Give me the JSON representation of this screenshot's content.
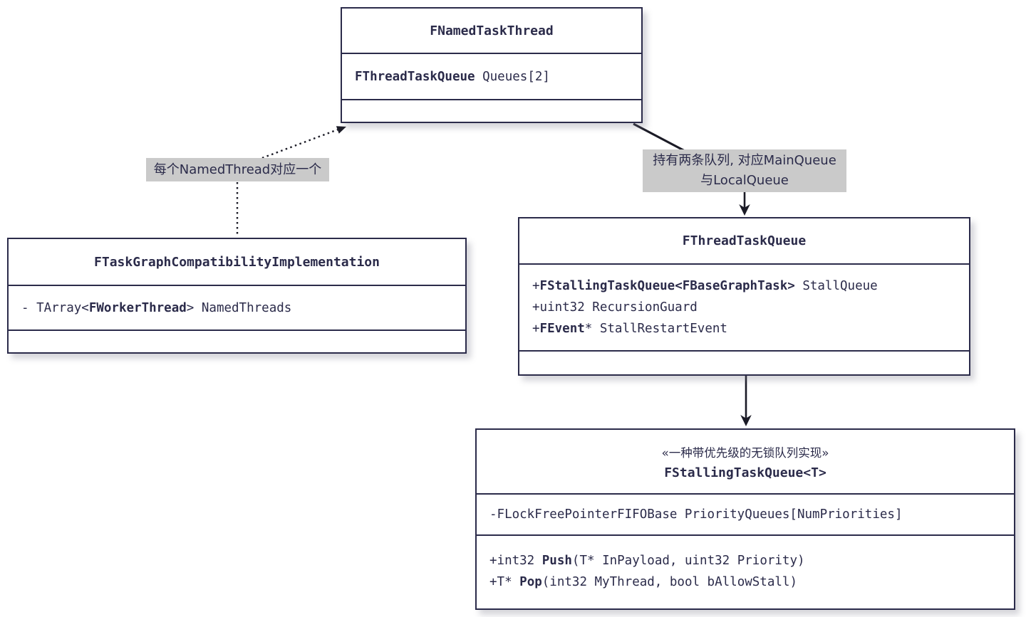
{
  "diagram": {
    "kind": "uml-class-diagram"
  },
  "classes": {
    "named_task_thread": {
      "title": "FNamedTaskThread",
      "attr1_bold": "FThreadTaskQueue",
      "attr1_rest": " Queues[2]"
    },
    "task_graph_compat": {
      "title": "FTaskGraphCompatibilityImplementation",
      "attr1_pre": "- TArray<",
      "attr1_bold": "FWorkerThread",
      "attr1_post": "> NamedThreads"
    },
    "thread_task_queue": {
      "title": "FThreadTaskQueue",
      "attr1_pre": "+",
      "attr1_bold": "FStallingTaskQueue<FBaseGraphTask>",
      "attr1_post": " StallQueue",
      "attr2": "+uint32 RecursionGuard",
      "attr3_pre": "+",
      "attr3_bold": "FEvent",
      "attr3_post": "* StallRestartEvent"
    },
    "stalling_task_queue": {
      "stereotype": "«一种带优先级的无锁队列实现»",
      "title": "FStallingTaskQueue<T>",
      "attr1": "-FLockFreePointerFIFOBase PriorityQueues[NumPriorities]",
      "method1_pre": "+int32 ",
      "method1_bold": "Push",
      "method1_post": "(T* InPayload, uint32 Priority)",
      "method2_pre": "+T* ",
      "method2_bold": "Pop",
      "method2_post": "(int32 MyThread, bool bAllowStall)"
    }
  },
  "edge_labels": {
    "left": "每个NamedThread对应一个",
    "right_line1": "持有两条队列, 对应MainQueue",
    "right_line2": "与LocalQueue"
  },
  "colors": {
    "stroke": "#2b2b4a",
    "text": "#2b2b4a",
    "edge": "#1b1b26",
    "label_bg": "#cacaca",
    "box_fill": "#ffffff"
  }
}
